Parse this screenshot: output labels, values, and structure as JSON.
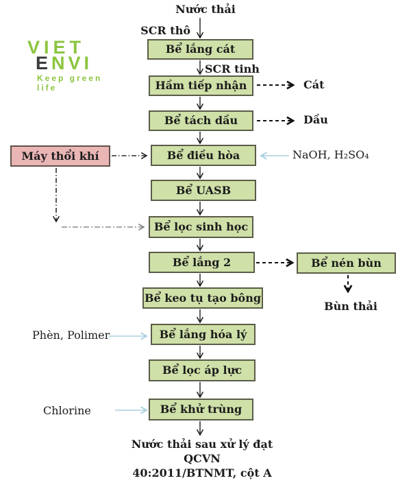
{
  "logo": {
    "word1": "VIET",
    "word2_first": "E",
    "word2_rest": "NVI",
    "tagline": "Keep green life"
  },
  "colors": {
    "box_green": "#cfe0a8",
    "box_pink": "#eab5b5",
    "box_border": "#5a5b48",
    "arrow_black": "#1c1c1c",
    "arrow_blue": "#a9cfdd",
    "arrow_gray": "#8a8a8a",
    "logo_green": "#8bc53f"
  },
  "flow": {
    "source_label": "Nước thải",
    "scr_tho": "SCR thô",
    "scr_tinh": "SCR tinh",
    "boxes": {
      "be_lang_cat": "Bể lắng cát",
      "ham_tiep_nhan": "Hầm tiếp nhận",
      "be_tach_dau": "Bể tách dầu",
      "may_thoi_khi": "Máy thổi khí",
      "be_dieu_hoa": "Bể điều hòa",
      "be_uasb": "Bể UASB",
      "be_loc_sinh_hoc": "Bể lọc sinh học",
      "be_lang_2": "Bể lắng 2",
      "be_nen_bun": "Bể nén bùn",
      "be_keo_tu": "Bể keo tụ tạo bông",
      "be_lang_hoa_ly": "Bể lắng hóa lý",
      "be_loc_ap_luc": "Bể lọc áp lực",
      "be_khu_trung": "Bể khử trùng"
    },
    "side_outputs": {
      "cat": "Cát",
      "dau": "Dầu",
      "bun_thai": "Bùn thải"
    },
    "chemical_inputs": {
      "naoh": "NaOH, H₂SO₄",
      "phen": "Phèn, Polimer",
      "chlorine": "Chlorine"
    },
    "outlet": {
      "line1": "Nước thải sau xử lý đạt QCVN",
      "line2": "40:2011/BTNMT, cột A"
    }
  }
}
